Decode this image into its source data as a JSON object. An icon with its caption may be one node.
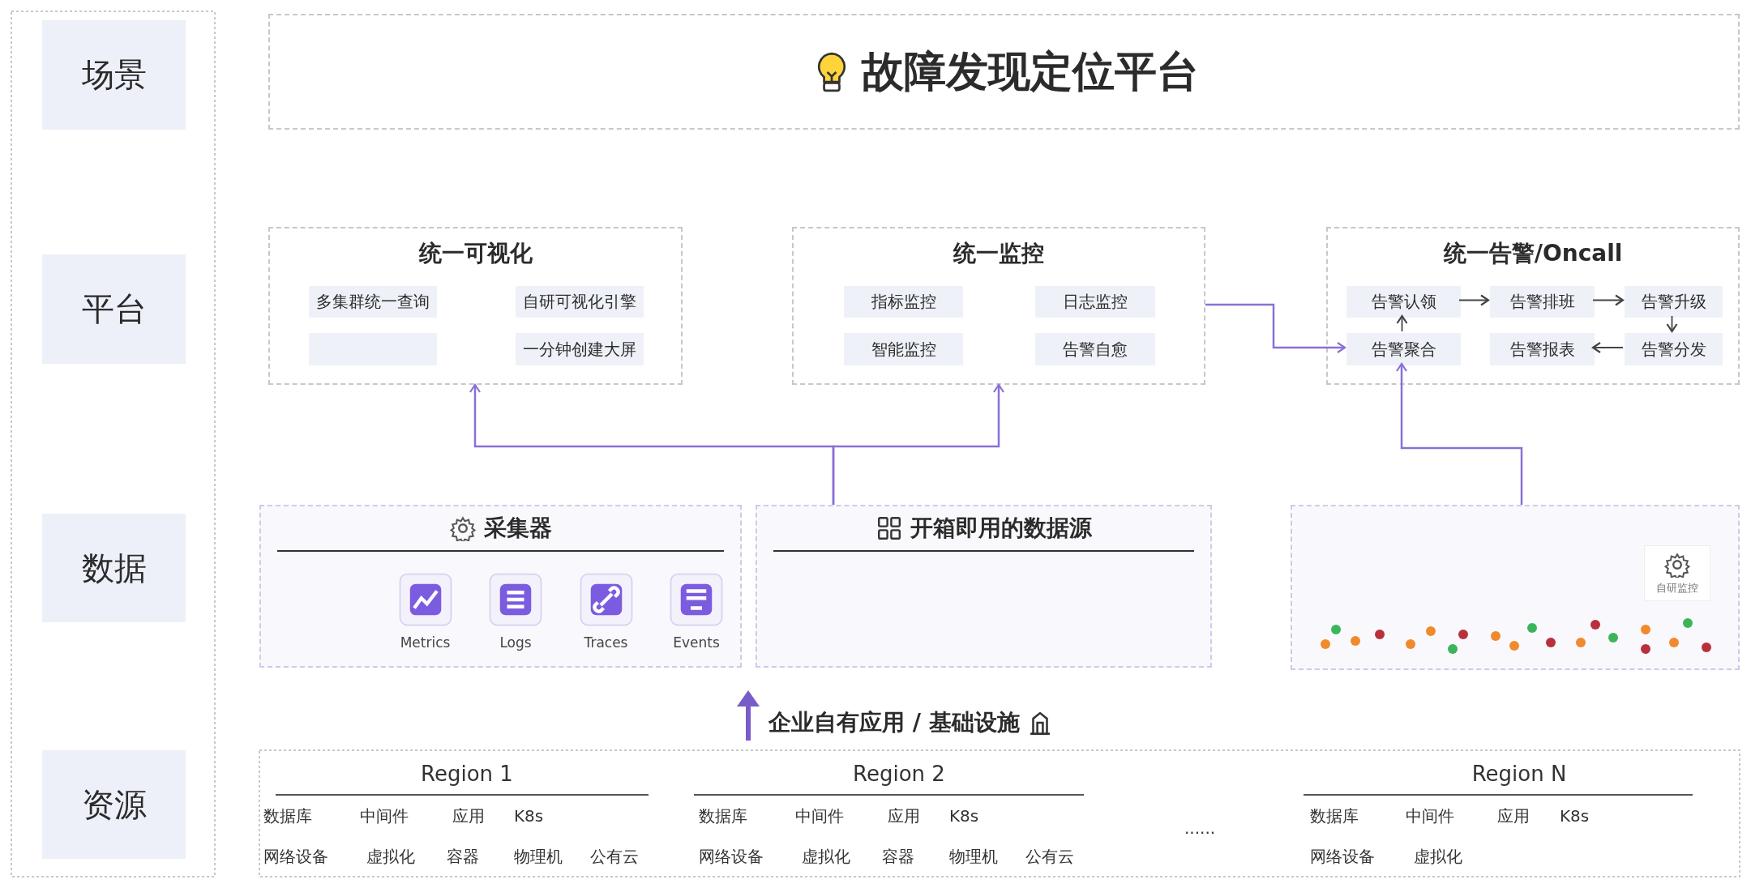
{
  "diagram": {
    "nodes": [
      {
        "text": [
          "场景"
        ]
      },
      {
        "text": [
          "平台"
        ]
      },
      {
        "text": [
          "数据"
        ]
      },
      {
        "text": [
          "资源"
        ]
      },
      {
        "text": [
          "故障发现定位平台"
        ]
      },
      {
        "text": [
          "统一可视化"
        ]
      },
      {
        "text": [
          "多集群统一查询"
        ],
        "in": 5
      },
      {
        "text": [
          "自研可视化引擎"
        ],
        "in": 5
      },
      {
        "text": [],
        "shape": "box",
        "in": 5
      },
      {
        "text": [
          "一分钟创建大屏"
        ],
        "in": 5
      },
      {
        "text": [
          "统一监控"
        ]
      },
      {
        "text": [
          "指标监控"
        ],
        "in": 10
      },
      {
        "text": [
          "日志监控"
        ],
        "in": 10
      },
      {
        "text": [
          "智能监控"
        ],
        "in": 10
      },
      {
        "text": [
          "告警自愈"
        ],
        "in": 10
      },
      {
        "text": [
          "统一告警/Oncall"
        ]
      },
      {
        "text": [
          "告警认领"
        ],
        "in": 15
      },
      {
        "text": [
          "告警排班"
        ],
        "in": 15
      },
      {
        "text": [
          "告警升级"
        ],
        "in": 15
      },
      {
        "text": [
          "告警聚合"
        ],
        "in": 15
      },
      {
        "text": [
          "告警报表"
        ],
        "in": 15
      },
      {
        "text": [
          "告警分发"
        ],
        "in": 15
      },
      {
        "text": [
          "采集器"
        ]
      },
      {
        "text": [
          "Metrics"
        ],
        "in": 22
      },
      {
        "text": [
          "Logs"
        ],
        "in": 22
      },
      {
        "text": [
          "Traces"
        ],
        "in": 22
      },
      {
        "text": [
          "Events"
        ],
        "in": 22
      },
      {
        "text": [
          "开箱即用的数据源"
        ]
      },
      {
        "text": [],
        "shape": "box"
      },
      {
        "text": [
          "自研监控"
        ],
        "in": 28
      },
      {
        "text": [
          "企业自有应用 / 基础设施"
        ]
      }
    ],
    "edges": [
      {
        "from": 27,
        "to": 5,
        "arrow": "to",
        "color": "#8a70d6"
      },
      {
        "from": 27,
        "to": 10,
        "arrow": "to",
        "color": "#8a70d6"
      },
      {
        "from": 10,
        "to": 19,
        "arrow": "to",
        "color": "#8a70d6"
      },
      {
        "from": 28,
        "to": 19,
        "arrow": "to",
        "color": "#8a70d6"
      },
      {
        "from": 16,
        "to": 17,
        "arrow": "to"
      },
      {
        "from": 17,
        "to": 18,
        "arrow": "to"
      },
      {
        "from": 18,
        "to": 21,
        "arrow": "to"
      },
      {
        "from": 21,
        "to": 20,
        "arrow": "to"
      },
      {
        "from": 19,
        "to": 16,
        "arrow": "to"
      }
    ],
    "labels": [
      "Region 1",
      "数据库",
      "中间件",
      "应用",
      "K8s",
      "网络设备",
      "虚拟化",
      "容器",
      "物理机",
      "公有云",
      "Region 2",
      "数据库",
      "中间件",
      "应用",
      "K8s",
      "网络设备",
      "虚拟化",
      "容器",
      "物理机",
      "公有云",
      "......",
      "Region N",
      "数据库",
      "中间件",
      "应用",
      "K8s",
      "网络设备",
      "虚拟化"
    ]
  }
}
